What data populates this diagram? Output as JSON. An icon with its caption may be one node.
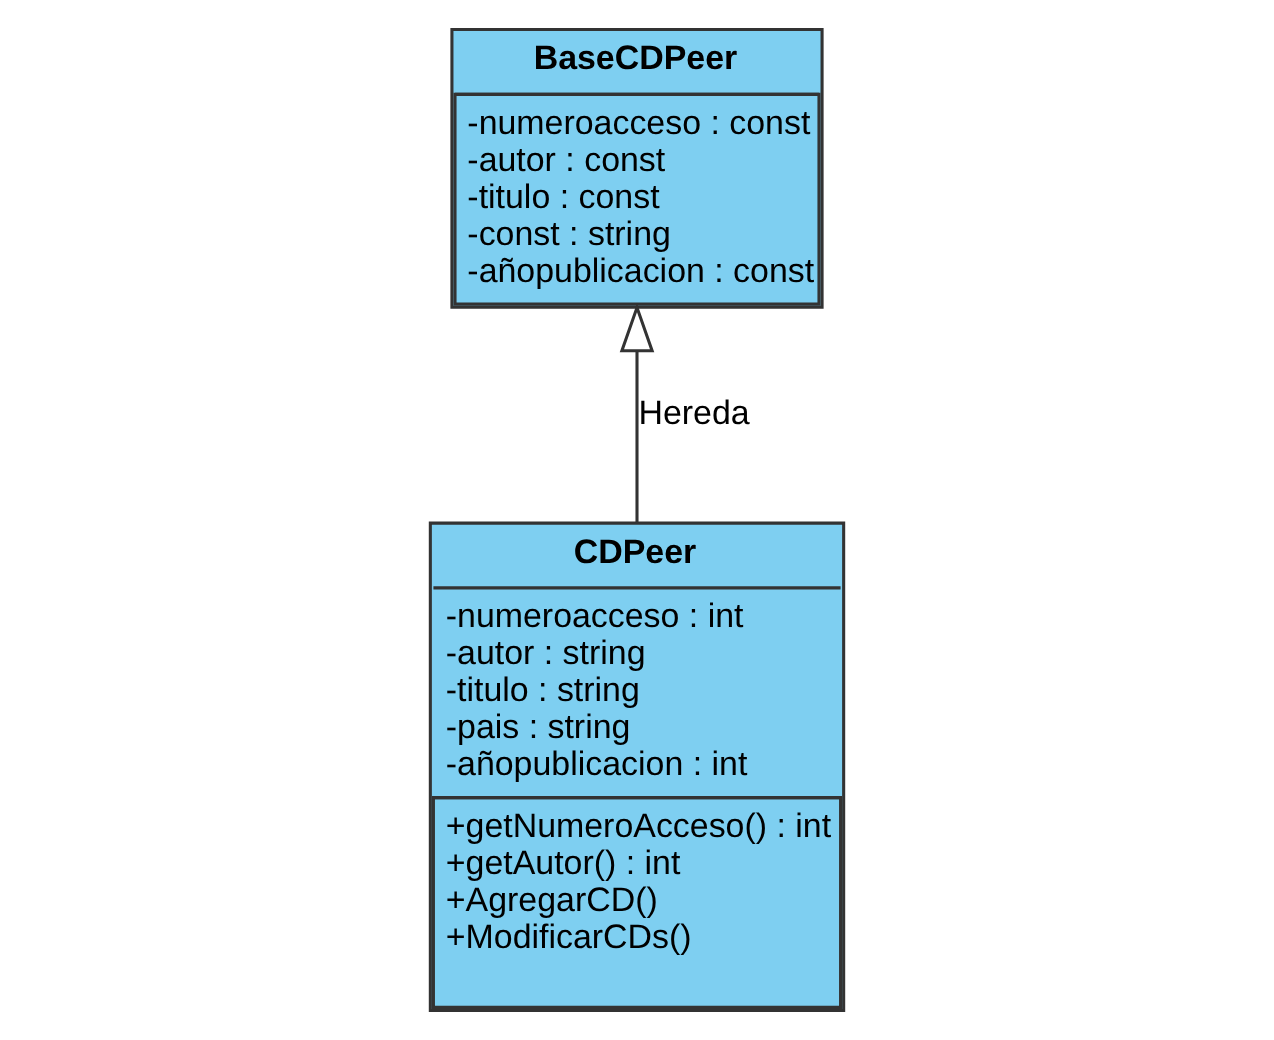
{
  "diagram": {
    "nodes": [
      {
        "text": [
          "BaseCDPeer",
          "-numeroacceso : const",
          "-autor : const",
          "-titulo : const",
          "-const : string",
          "-añopublicacion : const"
        ]
      },
      {
        "text": [
          "CDPeer",
          "-numeroacceso : int",
          "-autor : string",
          "-titulo : string",
          "-pais : string",
          "-añopublicacion : int",
          "+getNumeroAcceso() : int",
          "+getAutor() : int",
          "+AgregarCD()",
          "+ModificarCDs()"
        ]
      }
    ],
    "edges": [
      {
        "from": 1,
        "to": 0,
        "arrow": "to",
        "label": "Hereda"
      }
    ]
  }
}
